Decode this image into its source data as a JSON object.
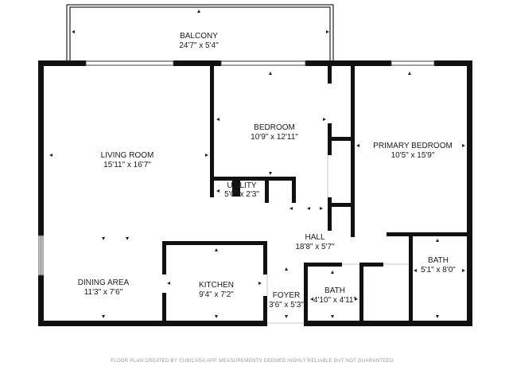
{
  "rooms": {
    "balcony": {
      "name": "BALCONY",
      "dims": "24'7\" x 5'4\""
    },
    "living_room": {
      "name": "LIVING ROOM",
      "dims": "15'11\" x 16'7\""
    },
    "bedroom": {
      "name": "BEDROOM",
      "dims": "10'9\" x 12'11\""
    },
    "primary_bedroom": {
      "name": "PRIMARY BEDROOM",
      "dims": "10'5\" x 15'9\""
    },
    "utility": {
      "name": "UTILITY",
      "dims": "5'0\" x 2'3\""
    },
    "hall": {
      "name": "HALL",
      "dims": "18'8\" x 5'7\""
    },
    "bath_right": {
      "name": "BATH",
      "dims": "5'1\" x 8'0\""
    },
    "dining_area": {
      "name": "DINING AREA",
      "dims": "11'3\" x 7'6\""
    },
    "kitchen": {
      "name": "KITCHEN",
      "dims": "9'4\" x 7'2\""
    },
    "foyer": {
      "name": "FOYER",
      "dims": "3'6\" x 5'3\""
    },
    "bath_small": {
      "name": "BATH",
      "dims": "4'10\" x 4'11\""
    }
  },
  "footer": "FLOOR PLAN CREATED BY CUBICASA APP. MEASUREMENTS DEEMED HIGHLY RELIABLE BUT NOT GUARANTEED."
}
